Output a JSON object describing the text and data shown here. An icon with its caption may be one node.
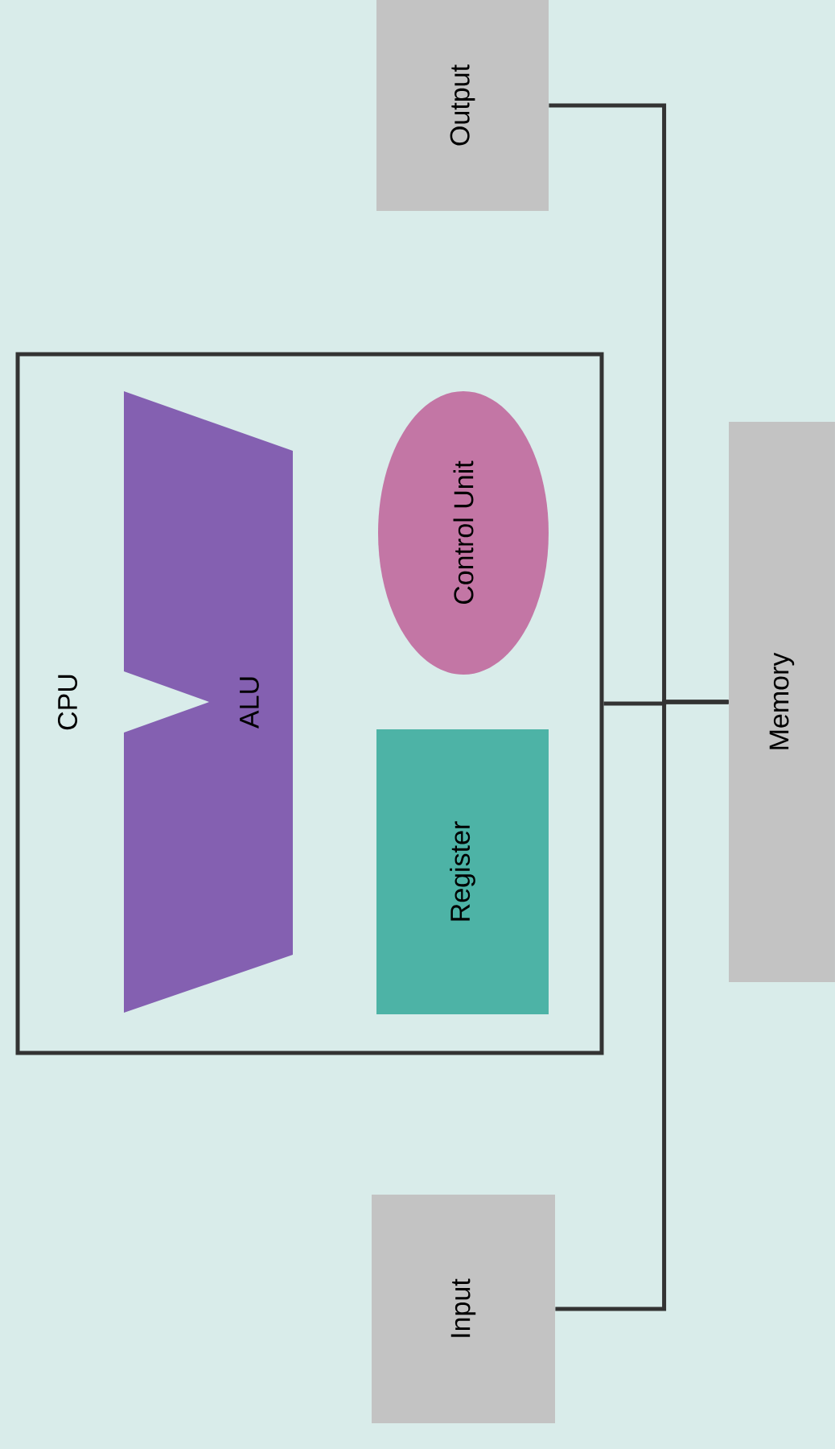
{
  "diagram": {
    "nodes": [
      {
        "text": [
          "CPU"
        ]
      },
      {
        "text": [
          "ALU"
        ],
        "in": 0
      },
      {
        "text": [
          "Control Unit"
        ],
        "in": 0
      },
      {
        "text": [
          "Register"
        ],
        "in": 0
      },
      {
        "text": [
          "Output"
        ]
      },
      {
        "text": [
          "Memory"
        ]
      },
      {
        "text": [
          "Input"
        ]
      }
    ],
    "edges": [
      {
        "from": 0,
        "to": 5,
        "arrow": "none"
      },
      {
        "from": 4,
        "to": 5,
        "arrow": "none"
      },
      {
        "from": 6,
        "to": 5,
        "arrow": "none"
      }
    ]
  }
}
